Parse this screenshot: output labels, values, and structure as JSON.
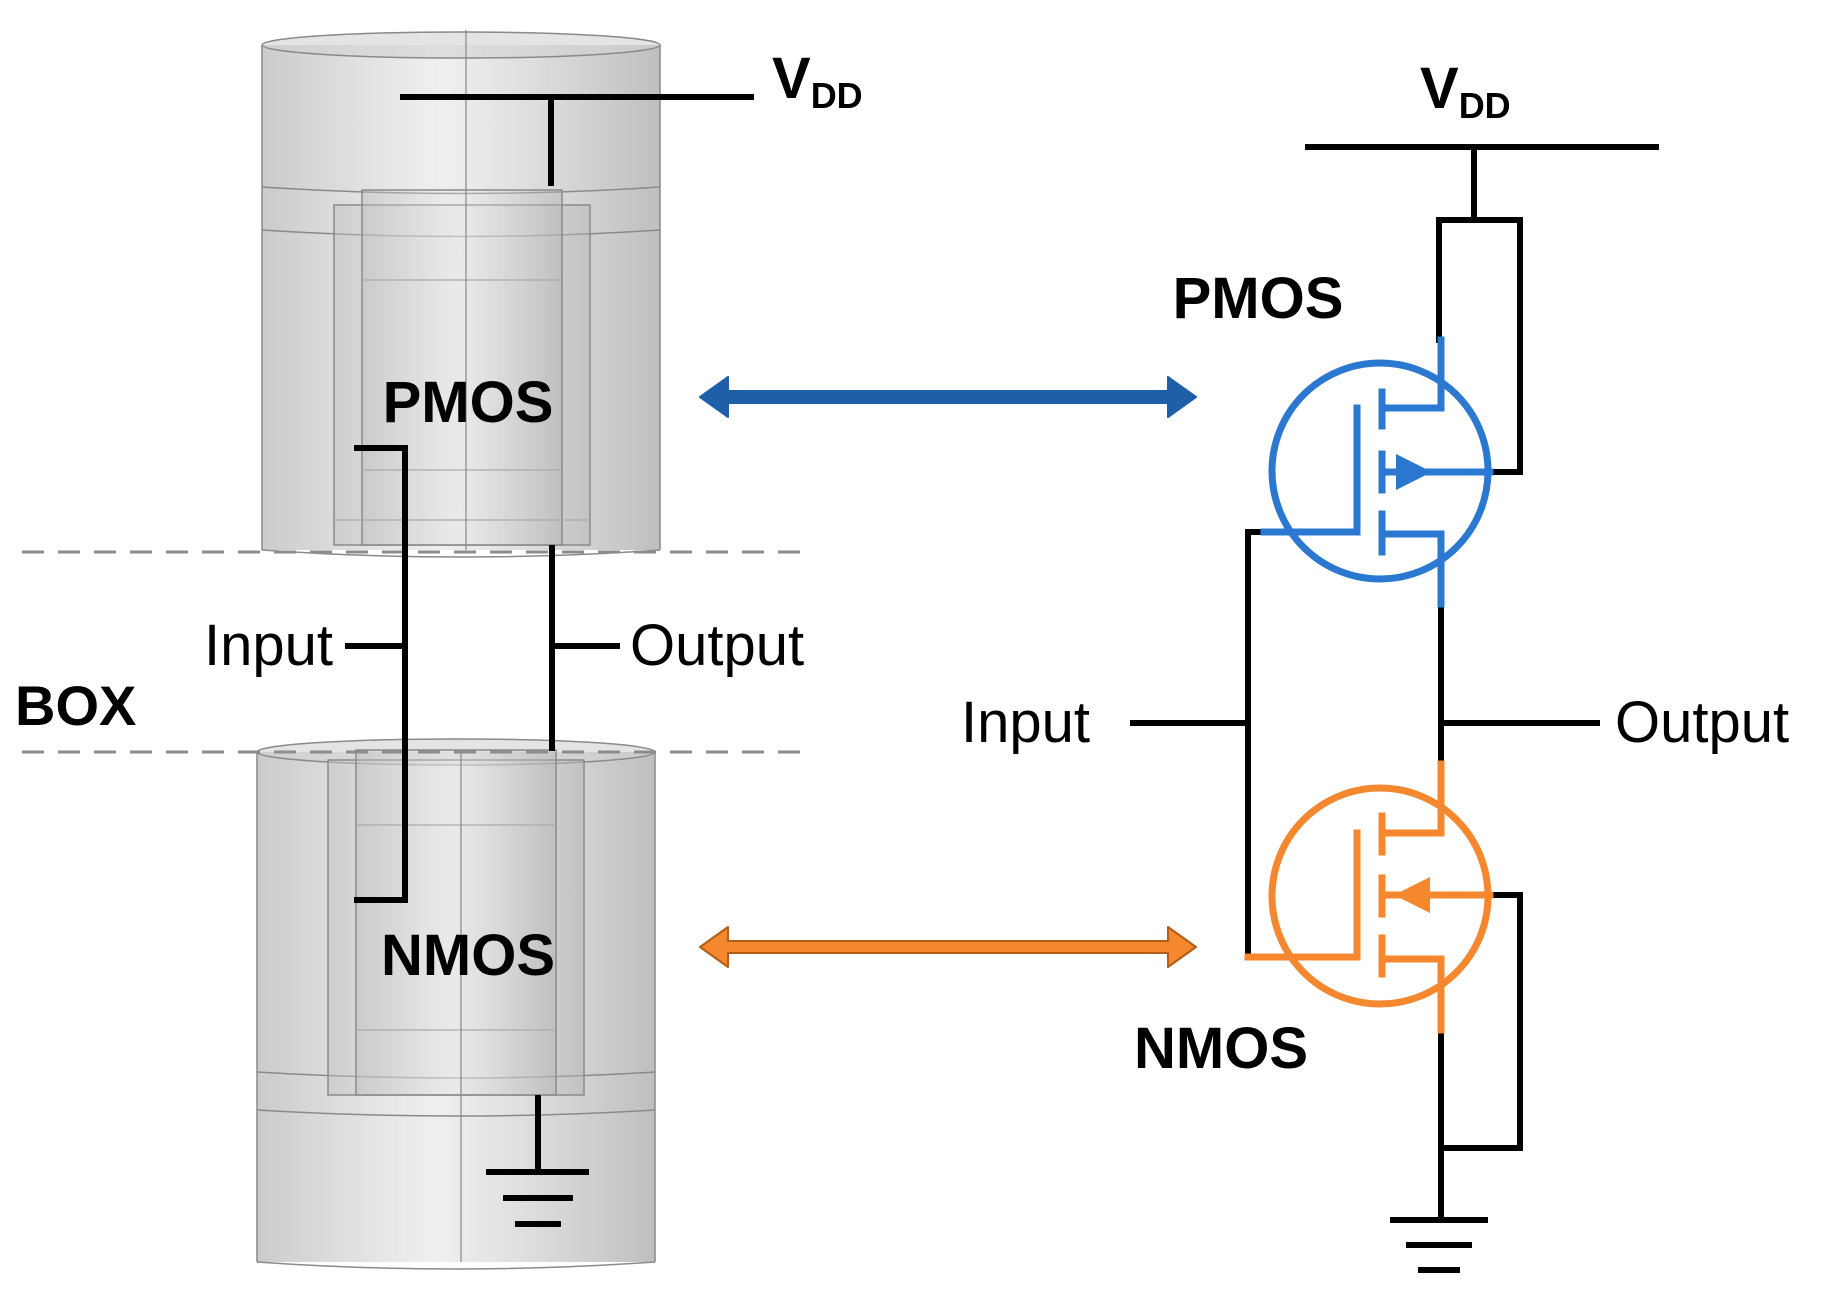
{
  "labels": {
    "vdd_main": "V",
    "vdd_sub": "DD",
    "pmos": "PMOS",
    "nmos": "NMOS",
    "input": "Input",
    "output": "Output",
    "box": "BOX"
  },
  "colors": {
    "pmos": "#2B78D0",
    "nmos": "#F5872E",
    "arrow_pmos": "#1F5FAA",
    "arrow_nmos": "#F5872E",
    "wire": "#000000",
    "dash": "#8C8C8C",
    "cylinder": "#C8C8C8"
  },
  "icons": [
    "ground-icon",
    "double-arrow-icon",
    "mosfet-symbol-icon"
  ]
}
